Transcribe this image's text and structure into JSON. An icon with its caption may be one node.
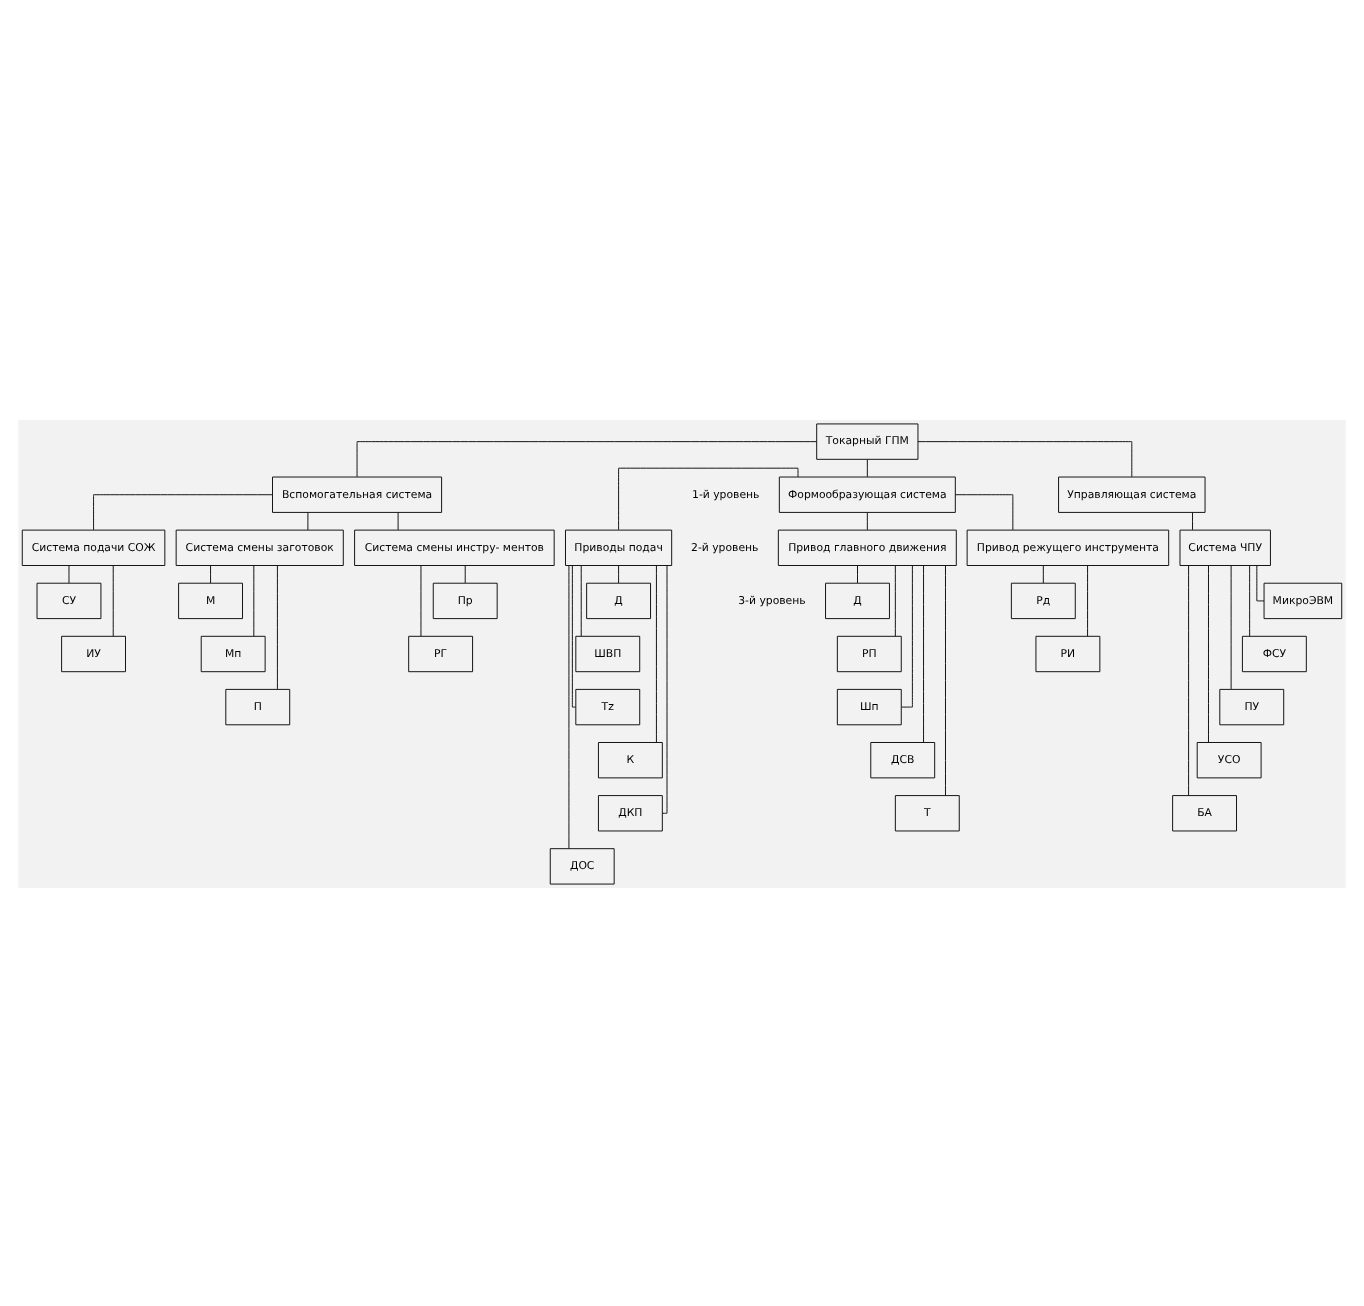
{
  "diagram": {
    "nodes": [
      {
        "text": [
          "Токарный ГПМ"
        ]
      },
      {
        "text": [
          "Формообразующая система"
        ]
      },
      {
        "text": [
          "Управляющая система"
        ]
      },
      {
        "text": [
          "Вспомогательная система"
        ]
      },
      {
        "text": [
          "Привод главного движения"
        ]
      },
      {
        "text": [
          "Приводы подач"
        ]
      },
      {
        "text": [
          "Привод режущего инструмента"
        ]
      },
      {
        "text": [
          "Система ЧПУ"
        ]
      },
      {
        "text": [
          "Система смены заготовок"
        ]
      },
      {
        "text": [
          "Система смены инстру- ментов"
        ]
      },
      {
        "text": [
          "Система подачи СОЖ"
        ]
      },
      {
        "text": [
          "Д"
        ]
      },
      {
        "text": [
          "РП"
        ]
      },
      {
        "text": [
          "Шп"
        ]
      },
      {
        "text": [
          "ДСВ"
        ]
      },
      {
        "text": [
          "Т"
        ]
      },
      {
        "text": [
          "Д"
        ]
      },
      {
        "text": [
          "ШВП"
        ]
      },
      {
        "text": [
          "Тz"
        ]
      },
      {
        "text": [
          "К"
        ]
      },
      {
        "text": [
          "ДКП"
        ]
      },
      {
        "text": [
          "ДОС"
        ]
      },
      {
        "text": [
          "Рд"
        ]
      },
      {
        "text": [
          "РИ"
        ]
      },
      {
        "text": [
          "МикроЭВМ"
        ]
      },
      {
        "text": [
          "ФСУ"
        ]
      },
      {
        "text": [
          "ПУ"
        ]
      },
      {
        "text": [
          "УСО"
        ]
      },
      {
        "text": [
          "БА"
        ]
      },
      {
        "text": [
          "М"
        ]
      },
      {
        "text": [
          "Мп"
        ]
      },
      {
        "text": [
          "П"
        ]
      },
      {
        "text": [
          "Пр"
        ]
      },
      {
        "text": [
          "РГ"
        ]
      },
      {
        "text": [
          "СУ"
        ]
      },
      {
        "text": [
          "ИУ"
        ]
      }
    ],
    "edges": [
      {
        "from": 0,
        "to": 1,
        "arrow": "none"
      },
      {
        "from": 0,
        "to": 2,
        "arrow": "none"
      },
      {
        "from": 0,
        "to": 3,
        "arrow": "none"
      },
      {
        "from": 1,
        "to": 4,
        "arrow": "none"
      },
      {
        "from": 1,
        "to": 5,
        "arrow": "none"
      },
      {
        "from": 1,
        "to": 6,
        "arrow": "none"
      },
      {
        "from": 2,
        "to": 7,
        "arrow": "none"
      },
      {
        "from": 3,
        "to": 8,
        "arrow": "none"
      },
      {
        "from": 3,
        "to": 9,
        "arrow": "none"
      },
      {
        "from": 3,
        "to": 10,
        "arrow": "none"
      },
      {
        "from": 4,
        "to": 11,
        "arrow": "none"
      },
      {
        "from": 4,
        "to": 12,
        "arrow": "none"
      },
      {
        "from": 4,
        "to": 13,
        "arrow": "none"
      },
      {
        "from": 4,
        "to": 14,
        "arrow": "none"
      },
      {
        "from": 4,
        "to": 15,
        "arrow": "none"
      },
      {
        "from": 5,
        "to": 16,
        "arrow": "none"
      },
      {
        "from": 5,
        "to": 17,
        "arrow": "none"
      },
      {
        "from": 5,
        "to": 18,
        "arrow": "none"
      },
      {
        "from": 5,
        "to": 19,
        "arrow": "none"
      },
      {
        "from": 5,
        "to": 20,
        "arrow": "none"
      },
      {
        "from": 5,
        "to": 21,
        "arrow": "none"
      },
      {
        "from": 6,
        "to": 22,
        "arrow": "none"
      },
      {
        "from": 6,
        "to": 23,
        "arrow": "none"
      },
      {
        "from": 7,
        "to": 24,
        "arrow": "none"
      },
      {
        "from": 7,
        "to": 25,
        "arrow": "none"
      },
      {
        "from": 7,
        "to": 26,
        "arrow": "none"
      },
      {
        "from": 7,
        "to": 27,
        "arrow": "none"
      },
      {
        "from": 7,
        "to": 28,
        "arrow": "none"
      },
      {
        "from": 8,
        "to": 29,
        "arrow": "none"
      },
      {
        "from": 8,
        "to": 30,
        "arrow": "none"
      },
      {
        "from": 8,
        "to": 31,
        "arrow": "none"
      },
      {
        "from": 9,
        "to": 32,
        "arrow": "none"
      },
      {
        "from": 9,
        "to": 33,
        "arrow": "none"
      },
      {
        "from": 10,
        "to": 34,
        "arrow": "none"
      },
      {
        "from": 10,
        "to": 35,
        "arrow": "none"
      }
    ],
    "labels": [
      "1-й уровень",
      "2-й уровень",
      "3-й уровень"
    ]
  }
}
